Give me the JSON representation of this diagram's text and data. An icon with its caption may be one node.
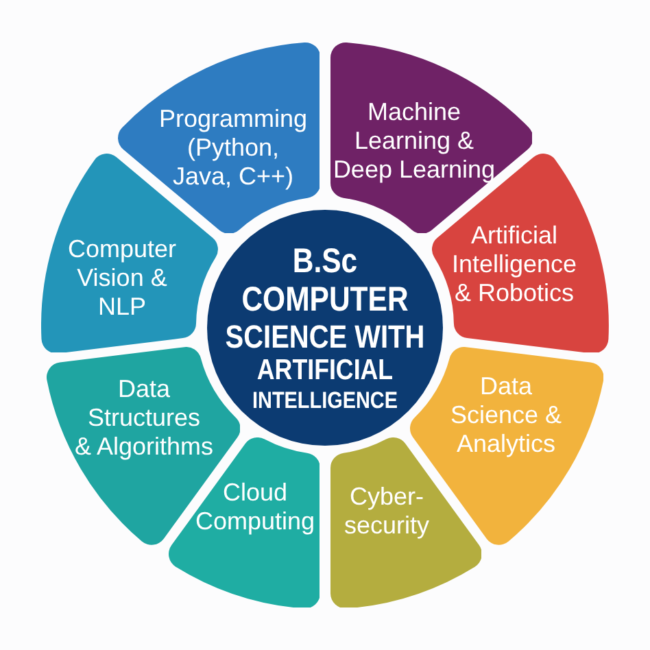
{
  "diagram": {
    "nodes": [
      {
        "text": [
          "B.Sc COMPUTER SCIENCE WITH ARTIFICIAL INTELLIGENCE"
        ]
      },
      {
        "text": [
          "Programming (Python, Java, C++)"
        ]
      },
      {
        "text": [
          "Machine Learning & Deep Learning"
        ]
      },
      {
        "text": [
          "Artificial Intelligence & Robotics"
        ]
      },
      {
        "text": [
          "Data Science & Analytics"
        ]
      },
      {
        "text": [
          "Cyber-security"
        ]
      },
      {
        "text": [
          "Cloud Computing"
        ]
      },
      {
        "text": [
          "Data Structures & Algorithms"
        ]
      },
      {
        "text": [
          "Computer Vision & NLP"
        ]
      }
    ]
  }
}
